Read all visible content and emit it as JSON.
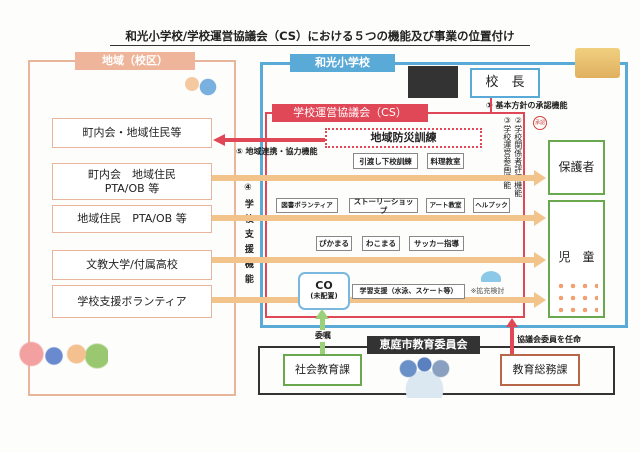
{
  "title": "和光小学校/学校運営協議会（CS）における５つの機能及び事業の位置付け",
  "region": {
    "header": "地域（校区）",
    "items": [
      "町内会・地域住民等",
      "町内会　地域住民\nPTA/OB 等",
      "地域住民　PTA/OB 等",
      "文教大学/付属高校",
      "学校支援ボランティア"
    ]
  },
  "school": {
    "header": "和光小学校",
    "principal": "校　長",
    "function1": "① 基本方針の承認機能",
    "function2": "②学校関係者評価機能",
    "function3": "③学校運営参画機能",
    "stamp": "承認"
  },
  "cs": {
    "header": "学校運営協議会（CS）",
    "disaster": "地域防災訓練",
    "function5": "⑤ 地域連携・協力機能",
    "function4": "④学校支援機能",
    "row1": [
      "引渡し下校訓練",
      "料理教室"
    ],
    "row2": [
      "図書ボランティア",
      "ストーリーショップ",
      "アート教室",
      "ヘルプック"
    ],
    "row3": [
      "ぴかまる",
      "わこまる",
      "サッカー指導"
    ],
    "co": "CO",
    "co_sub": "(未配置)",
    "study": "学習支援（水泳、スケート等）",
    "study_note": "※拡充検討"
  },
  "targets": {
    "parents": "保護者",
    "children": "児　童"
  },
  "board": {
    "header": "恵庭市教育委員会",
    "social": "社会教育課",
    "general": "教育総務課",
    "entrust": "委嘱",
    "appoint": "協議会委員を任命"
  },
  "colors": {
    "region": "#e9b59c",
    "school": "#5aaad8",
    "cs": "#e04858",
    "green": "#6aa84f",
    "arrow": "#f2c38a"
  }
}
